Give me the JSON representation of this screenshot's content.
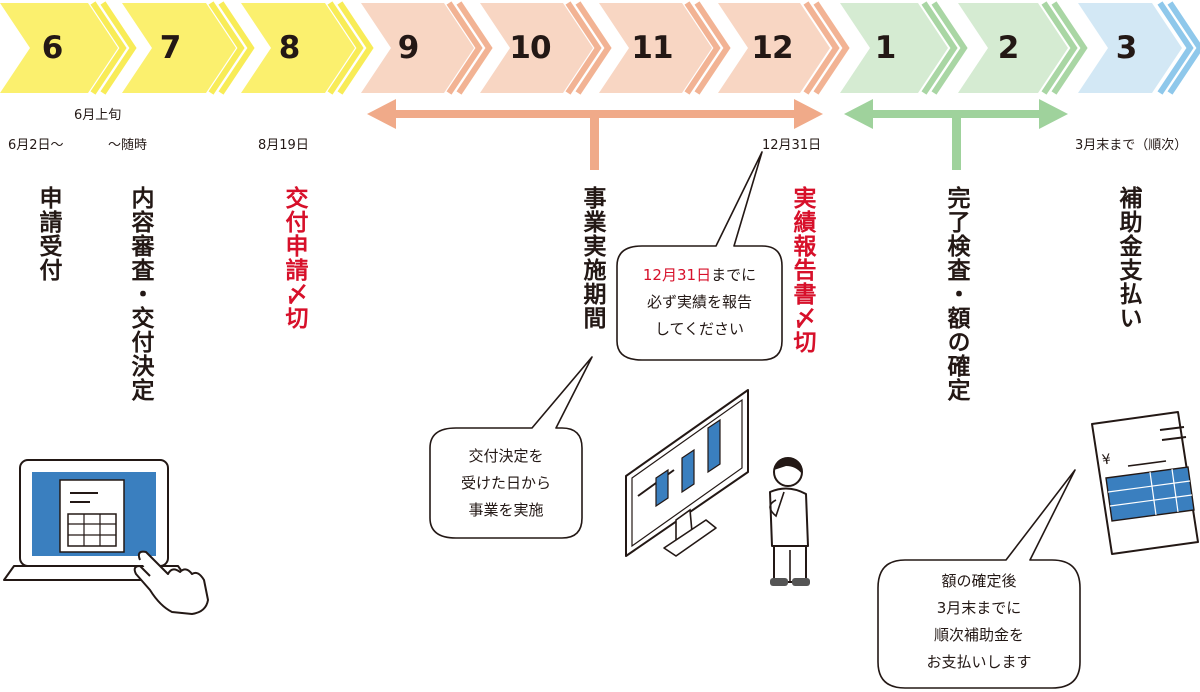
{
  "months": [
    "6",
    "7",
    "8",
    "9",
    "10",
    "11",
    "12",
    "1",
    "2",
    "3"
  ],
  "colors": {
    "yellow": "#fbf06e",
    "salmon": "#f8d6c3",
    "salmon_chev": "#f2b394",
    "green": "#d5ebd2",
    "green_chev": "#a9d6a4",
    "blue": "#d3e8f5",
    "blue_chev": "#8fc8eb",
    "accent_red": "#d7102a",
    "arrow_salmon": "#f0aa89",
    "arrow_green": "#9fd29c"
  },
  "dates": {
    "jun_top": "6月上旬",
    "jun2": "6月2日～",
    "anytime": "～随時",
    "aug19": "8月19日",
    "dec31": "12月31日",
    "mar_end": "3月末まで（順次）"
  },
  "steps": {
    "apply": "申請受付",
    "review": "内容審査・交付決定",
    "deadline_app": "交付申請〆切",
    "period": "事業実施期間",
    "report": "実績報告書〆切",
    "inspection": "完了検査・額の確定",
    "payment": "補助金支払い"
  },
  "bubbles": {
    "report_line1_red": "12月31日",
    "report_line1_rest": "までに",
    "report_line2": "必ず実績を報告",
    "report_line3": "してください",
    "implement_line1": "交付決定を",
    "implement_line2": "受けた日から",
    "implement_line3": "事業を実施",
    "pay_line1": "額の確定後",
    "pay_line2": "3月末までに",
    "pay_line3": "順次補助金を",
    "pay_line4": "お支払いします"
  },
  "icons": {
    "laptop": "laptop-icon",
    "monitor_person": "monitor-person-icon",
    "invoice": "invoice-icon",
    "yen": "¥"
  }
}
